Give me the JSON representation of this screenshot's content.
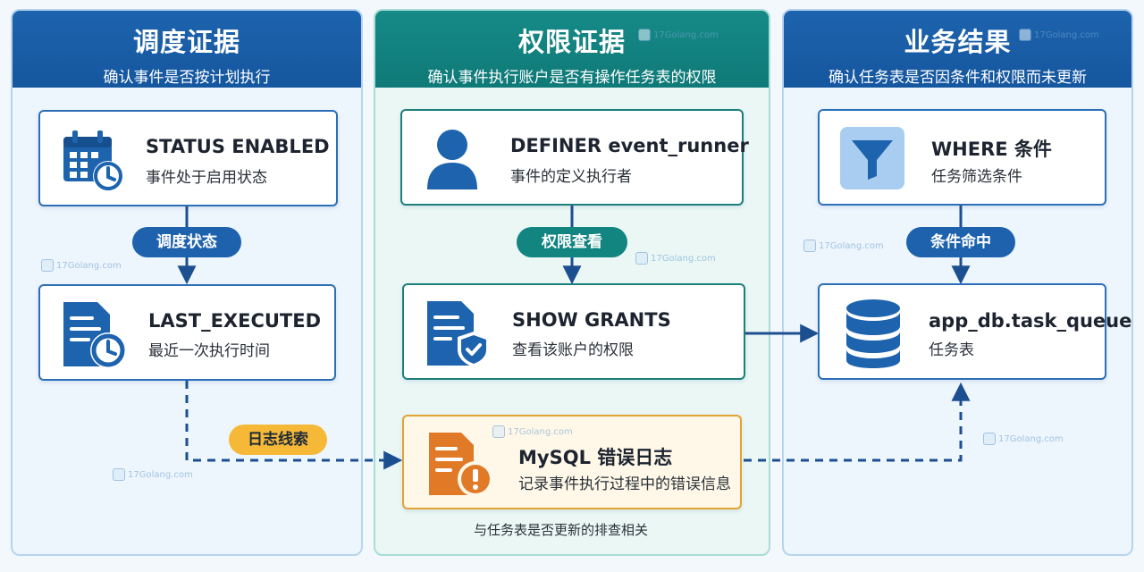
{
  "colors": {
    "blue_primary": "#1d63ad",
    "teal_primary": "#128581",
    "warning": "#e3a234",
    "pill_yellow": "#f5b937",
    "arrow": "#1c4f8f"
  },
  "panels": [
    {
      "title": "调度证据",
      "subtitle": "确认事件是否按计划执行",
      "cards": [
        {
          "title": "STATUS  ENABLED",
          "subtitle": "事件处于启用状态",
          "icon": "calendar-clock-icon"
        },
        {
          "title": "LAST_EXECUTED",
          "subtitle": "最近一次执行时间",
          "icon": "document-clock-icon"
        }
      ],
      "pill": "调度状态"
    },
    {
      "title": "权限证据",
      "subtitle": "确认事件执行账户是否有操作任务表的权限",
      "cards": [
        {
          "title": "DEFINER  event_runner",
          "subtitle": "事件的定义执行者",
          "icon": "user-icon"
        },
        {
          "title": "SHOW GRANTS",
          "subtitle": "查看该账户的权限",
          "icon": "document-shield-icon"
        },
        {
          "title": "MySQL 错误日志",
          "subtitle": "记录事件执行过程中的错误信息",
          "icon": "document-error-icon"
        }
      ],
      "pill": "权限查看",
      "footnote": "与任务表是否更新的排查相关"
    },
    {
      "title": "业务结果",
      "subtitle": "确认任务表是否因条件和权限而未更新",
      "cards": [
        {
          "title": "WHERE 条件",
          "subtitle": "任务筛选条件",
          "icon": "funnel-icon"
        },
        {
          "title": "app_db.task_queue",
          "subtitle": "任务表",
          "icon": "database-icon"
        }
      ],
      "pill": "条件命中"
    }
  ],
  "log_pill": "日志线索",
  "watermark": "17Golang.com"
}
